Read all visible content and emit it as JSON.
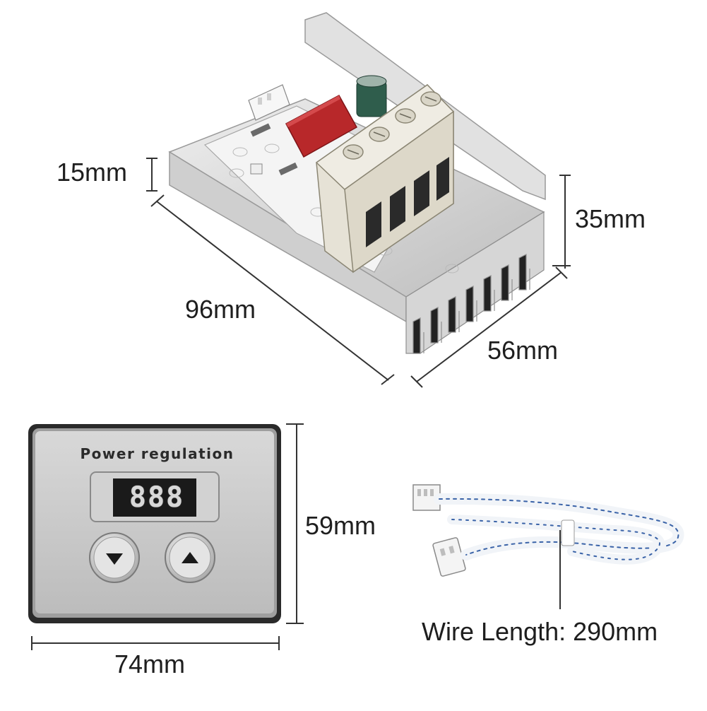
{
  "dimensions": {
    "height_small": "15mm",
    "height_large": "35mm",
    "length": "96mm",
    "width": "56mm",
    "panel_height": "59mm",
    "panel_width": "74mm",
    "wire_length": "Wire Length: 290mm"
  },
  "panel": {
    "title": "Power regulation",
    "display_value": "888",
    "down_button": "down-triangle-icon",
    "up_button": "up-triangle-icon"
  },
  "colors": {
    "background": "#ffffff",
    "heatsink": "#d9d9d9",
    "capacitor": "#b8282a",
    "terminal_block": "#e6e2d6",
    "panel_face": "#c9c9c9",
    "panel_bezel": "#2a2a2a",
    "display": "#1a1a1a",
    "wire_stripe": "#3a63a8"
  }
}
